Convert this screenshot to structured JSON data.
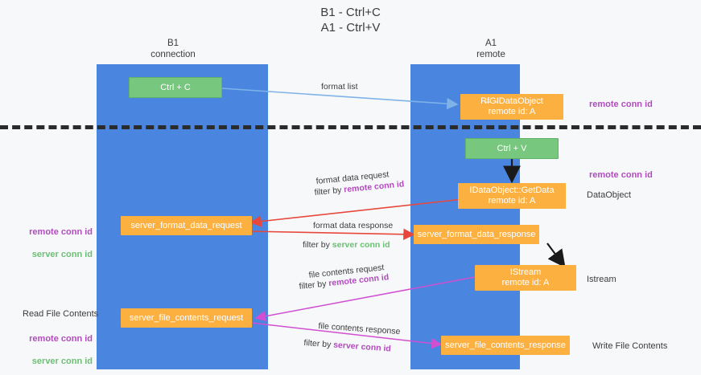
{
  "title": "B1 - Ctrl+C\nA1 - Ctrl+V",
  "columns": [
    {
      "id": "b1",
      "name": "B1",
      "sub": "connection",
      "header": "B1\nconnection",
      "color": "#4a86e0"
    },
    {
      "id": "a1",
      "name": "A1",
      "sub": "remote",
      "header": "A1\nremote",
      "color": "#4a86e0"
    }
  ],
  "colors": {
    "band": "#4a86e0",
    "green_node": "#78c77f",
    "orange_node": "#fbb040",
    "purple_text": "#b44ac0",
    "green_text": "#6cbf73",
    "blue_arrow": "#7fb3e8",
    "red_arrow": "#e8483c",
    "magenta_arrow": "#d14fd1",
    "black_arrow": "#1a1a1a",
    "page_bg": "#f7f8fa",
    "divider": "#2b2b2b"
  },
  "nodes": {
    "ctrl_c": {
      "label": "Ctrl + C",
      "style": "green"
    },
    "ole_get_clipboard": {
      "line1": "R̵f̵G̵IDataObject",
      "line2": "remote id: A",
      "style": "orange"
    },
    "ctrl_v": {
      "label": "Ctrl + V",
      "style": "green"
    },
    "getdata": {
      "line1": "IDataObject::GetData",
      "line2": "remote id: A",
      "style": "orange"
    },
    "server_format_data_request": {
      "label": "server_format_data_request",
      "style": "orange"
    },
    "server_format_data_response": {
      "label": "server_format_data_response",
      "style": "orange"
    },
    "istream": {
      "line1": "IStream",
      "line2": "remote id: A",
      "style": "orange"
    },
    "server_file_contents_request": {
      "label": "server_file_contents_request",
      "style": "orange"
    },
    "server_file_contents_response": {
      "label": "server_file_contents_response",
      "style": "orange"
    }
  },
  "edge_labels": {
    "format_list": "format list",
    "format_data_request": "format data request",
    "format_data_request_filter_prefix": "filter by ",
    "format_data_request_filter_key": "remote conn id",
    "format_data_response": "format data response",
    "format_data_response_filter_prefix": "filter by ",
    "format_data_response_filter_key": "server conn id",
    "file_contents_request": "file contents request",
    "file_contents_request_filter_prefix": "filter by ",
    "file_contents_request_filter_key": "remote conn id",
    "file_contents_response": "file contents response",
    "file_contents_response_filter_prefix": "filter by ",
    "file_contents_response_filter_key": "server conn id"
  },
  "annotations": {
    "right_remote_conn_id_top": "remote conn id",
    "right_remote_conn_id_mid": "remote conn id",
    "right_dataobject": "DataObject",
    "right_istream": "Istream",
    "right_write_file_contents": "Write File Contents",
    "left_remote_conn_id": "remote conn id",
    "left_server_conn_id": "server conn id",
    "left_read_file_contents": "Read File Contents",
    "left_remote_conn_id_2": "remote conn id",
    "left_server_conn_id_2": "server conn id"
  }
}
